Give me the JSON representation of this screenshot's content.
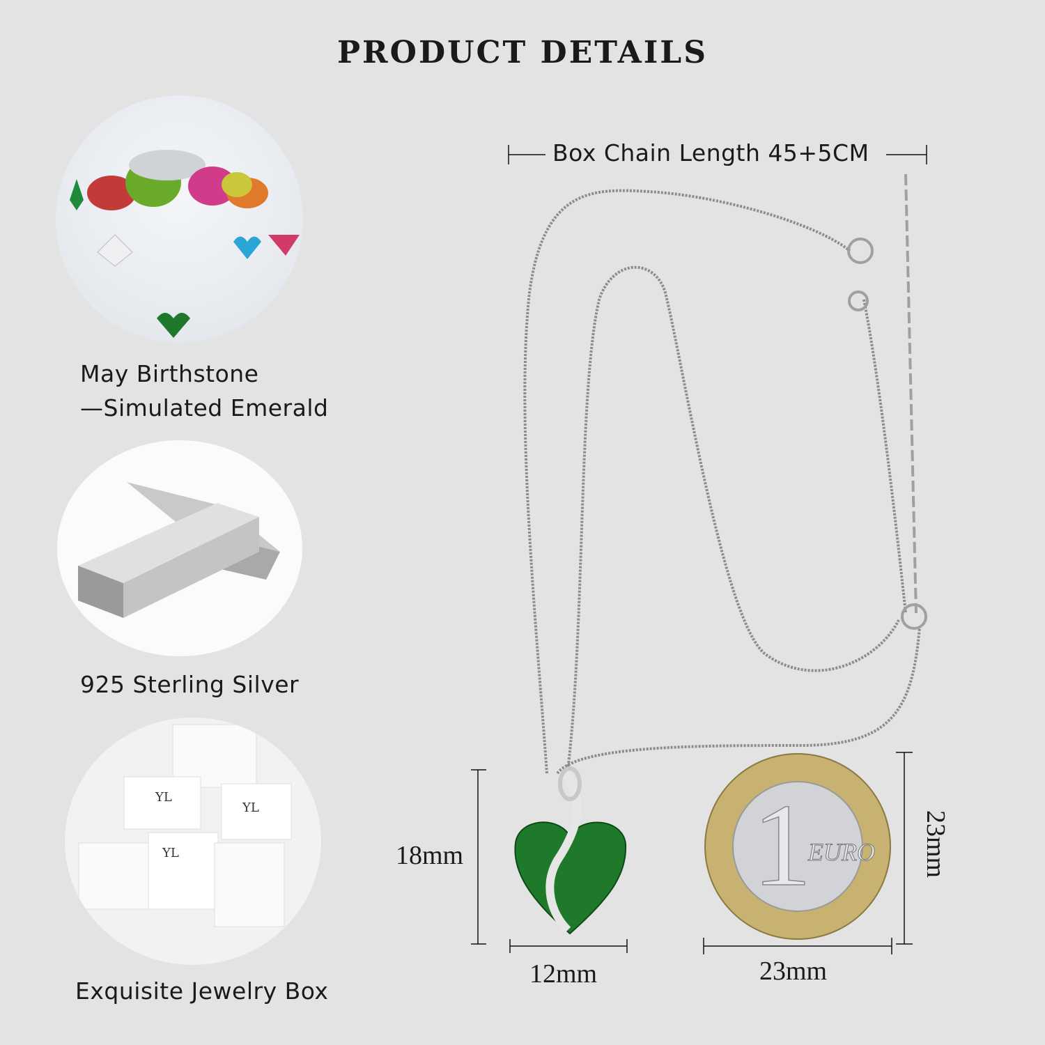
{
  "title": "PRODUCT DETAILS",
  "features": [
    {
      "icon": "gemstones-image",
      "line1": "May Birthstone",
      "line2": "—Simulated Emerald"
    },
    {
      "icon": "silver-bars-image",
      "line1": "925 Sterling Silver"
    },
    {
      "icon": "jewelry-box-image",
      "line1": "Exquisite Jewelry Box"
    }
  ],
  "chain_label": "Box Chain Length 45+5CM",
  "pendant": {
    "height": "18mm",
    "width": "12mm",
    "stone_color": "#1e7a2a"
  },
  "coin": {
    "height": "23mm",
    "width": "23mm",
    "denomination": "1",
    "text": "EURO"
  },
  "colors": {
    "background": "#e3e3e3",
    "text": "#1a1a1a"
  }
}
